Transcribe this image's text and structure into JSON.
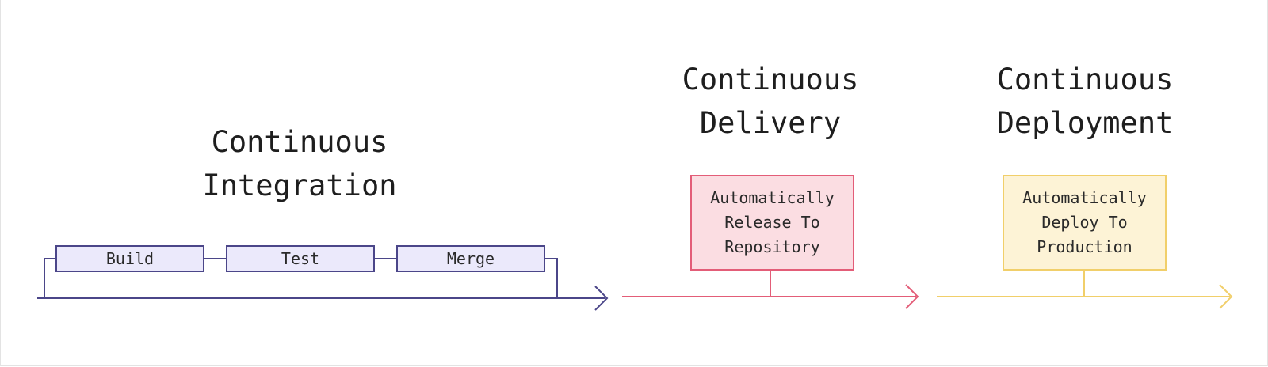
{
  "stages": [
    {
      "id": "integration",
      "title_line1": "Continuous",
      "title_line2": "Integration",
      "color": "#4b4689",
      "steps": [
        {
          "label": "Build"
        },
        {
          "label": "Test"
        },
        {
          "label": "Merge"
        }
      ]
    },
    {
      "id": "delivery",
      "title_line1": "Continuous",
      "title_line2": "Delivery",
      "color": "#e35d78",
      "box_lines": [
        "Automatically",
        "Release To",
        "Repository"
      ]
    },
    {
      "id": "deployment",
      "title_line1": "Continuous",
      "title_line2": "Deployment",
      "color": "#f1cf6a",
      "box_lines": [
        "Automatically",
        "Deploy To",
        "Production"
      ]
    }
  ]
}
